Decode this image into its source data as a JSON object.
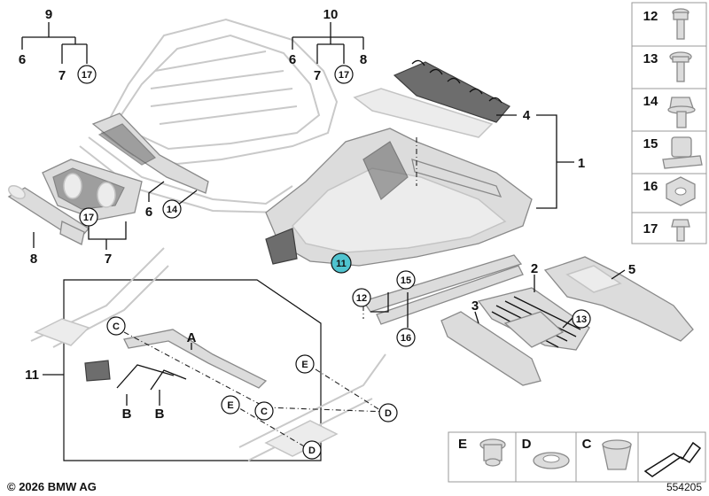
{
  "labels": {
    "n1": "1",
    "n2": "2",
    "n3": "3",
    "n4": "4",
    "n5": "5",
    "n6": "6",
    "n7": "7",
    "n8": "8",
    "n9": "9",
    "n10": "10",
    "n11": "11",
    "n12": "12",
    "n13": "13",
    "n14": "14",
    "n15": "15",
    "n16": "16",
    "n17": "17",
    "A": "A",
    "B": "B",
    "C": "C",
    "D": "D",
    "E": "E"
  },
  "footer": {
    "copyright": "© 2026 BMW AG",
    "diagram_number": "554205"
  },
  "colors": {
    "highlight_circle": "#4fc3cf",
    "line": "#111111",
    "part_fill": "#dcdcdc",
    "ghost_stroke": "#c9c9c9"
  }
}
